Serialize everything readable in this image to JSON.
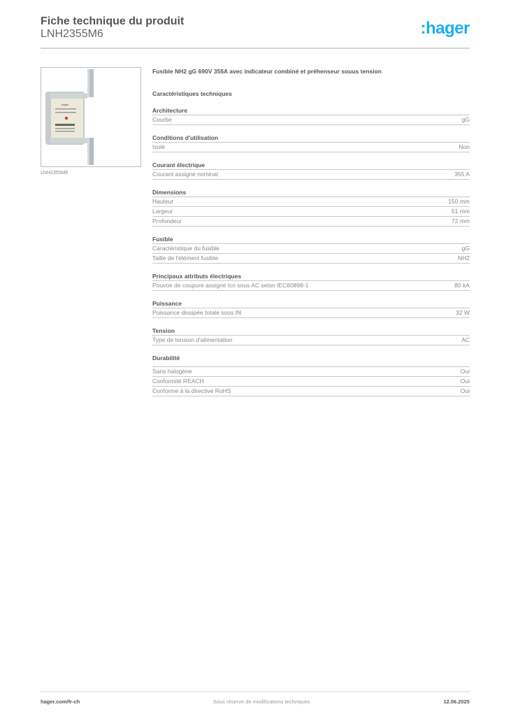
{
  "header": {
    "title": "Fiche technique du produit",
    "reference": "LNH2355M6",
    "logo_text": ":hager",
    "logo_color": "#1ab0ee"
  },
  "product": {
    "image_icon": "fuse-product-image",
    "image_caption": "LNH2355M6",
    "description": "Fusible NH2 gG 690V 355A avec indicateur combiné et préhenseur souus tension"
  },
  "specs": {
    "title": "Caractéristiques techniques",
    "groups": [
      {
        "title": "Architecture",
        "rows": [
          {
            "label": "Courbe",
            "value": "gG"
          }
        ]
      },
      {
        "title": "Conditions d'utilisation",
        "rows": [
          {
            "label": "Isolé",
            "value": "Non"
          }
        ]
      },
      {
        "title": "Courant électrique",
        "rows": [
          {
            "label": "Courant assigné nominal",
            "value": "355 A"
          }
        ]
      },
      {
        "title": "Dimensions",
        "rows": [
          {
            "label": "Hauteur",
            "value": "150 mm"
          },
          {
            "label": "Largeur",
            "value": "51 mm"
          },
          {
            "label": "Profondeur",
            "value": "72 mm"
          }
        ]
      },
      {
        "title": "Fusible",
        "rows": [
          {
            "label": "Caractéristique du fusible",
            "value": "gG"
          },
          {
            "label": "Taille de l'élément fusible",
            "value": "NH2"
          }
        ]
      },
      {
        "title": "Principaux attributs électriques",
        "rows": [
          {
            "label": "Pouvoir de coupure assigné Icn sous AC selon IEC60898-1",
            "value": "80 kA"
          }
        ]
      },
      {
        "title": "Puissance",
        "rows": [
          {
            "label": "Puissance dissipée totale sous IN",
            "value": "32 W"
          }
        ]
      },
      {
        "title": "Tension",
        "rows": [
          {
            "label": "Type de tension d'alimentation",
            "value": "AC"
          }
        ]
      },
      {
        "title": "Durabilité",
        "rows": [
          {
            "label": "Sans halogène",
            "value": "Oui"
          },
          {
            "label": "Conformité REACH",
            "value": "Oui"
          },
          {
            "label": "Conforme à la directive RoHS",
            "value": "Oui"
          }
        ]
      }
    ]
  },
  "footer": {
    "website": "hager.com/fr-ch",
    "disclaimer": "Sous réserve de modifications techniques",
    "date": "12.06.2025"
  }
}
